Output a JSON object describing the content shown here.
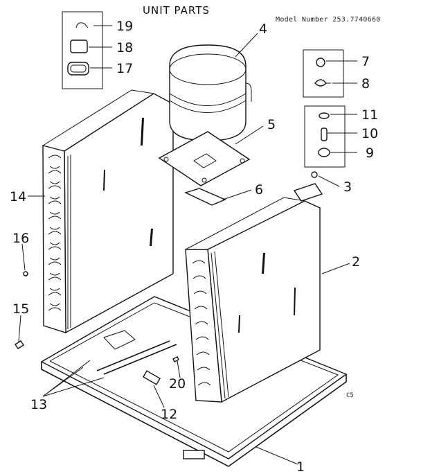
{
  "title": "UNIT PARTS",
  "model_number": "Model Number 253.7740660",
  "corner_code": "C5",
  "callouts": {
    "c1": "1",
    "c2": "2",
    "c3": "3",
    "c4": "4",
    "c5": "5",
    "c6": "6",
    "c7": "7",
    "c8": "8",
    "c9": "9",
    "c10": "10",
    "c11": "11",
    "c12": "12",
    "c13": "13",
    "c14": "14",
    "c15": "15",
    "c16": "16",
    "c17": "17",
    "c18": "18",
    "c19": "19",
    "c20": "20"
  }
}
